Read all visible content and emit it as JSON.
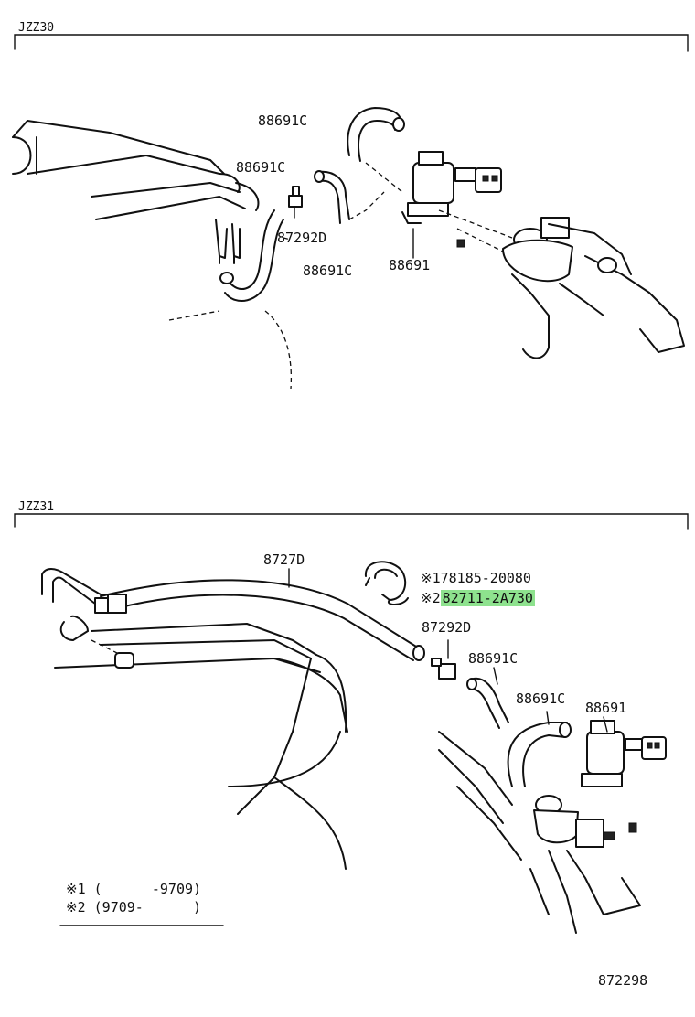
{
  "sections": [
    {
      "id": "top",
      "title": "JZZ30",
      "labels": [
        "88691C",
        "88691C",
        "87292D",
        "88691C",
        "88691"
      ]
    },
    {
      "id": "bottom",
      "title": "JZZ31",
      "labels": [
        "8727D",
        "87292D",
        "88691C",
        "88691C",
        "88691"
      ],
      "parts": [
        {
          "mark": "※1",
          "number": "78185-20080"
        },
        {
          "mark": "※2",
          "number": "82711-2A730",
          "highlighted": true
        }
      ]
    }
  ],
  "legend": [
    {
      "mark": "※1",
      "range": "(      -9709)"
    },
    {
      "mark": "※2",
      "range": "(9709-      )"
    }
  ],
  "diagram_id": "872298",
  "colors": {
    "highlight": "#8ee28e",
    "line": "#111111"
  }
}
